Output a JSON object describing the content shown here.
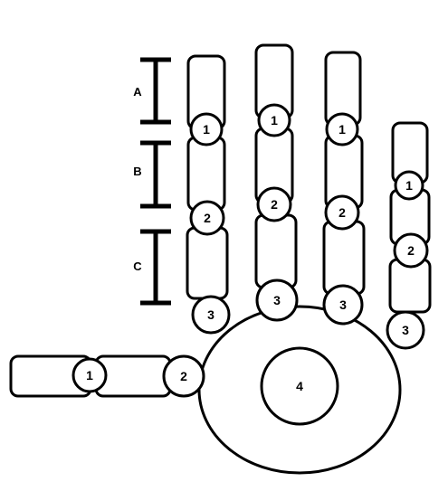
{
  "joint_labels": {
    "j1": "1",
    "j2": "2",
    "j3": "3",
    "palm_center": "4"
  },
  "bracket_labels": {
    "a": "A",
    "b": "B",
    "c": "C"
  }
}
